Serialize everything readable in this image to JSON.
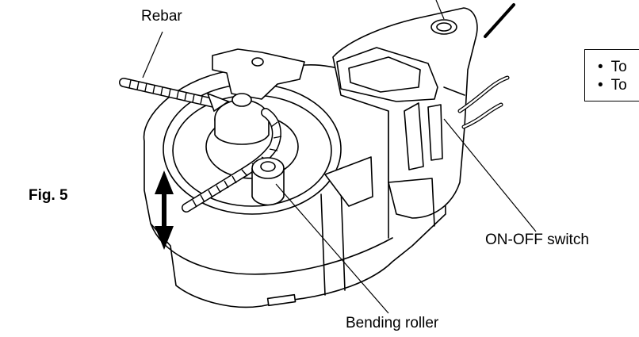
{
  "figure": {
    "label": "Fig. 5"
  },
  "labels": {
    "rebar": "Rebar",
    "on_off_switch": "ON-OFF switch",
    "bending_roller": "Bending roller"
  },
  "note_box": {
    "items": [
      "To",
      "To"
    ]
  }
}
